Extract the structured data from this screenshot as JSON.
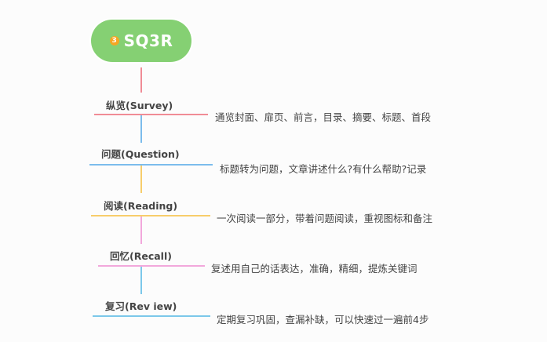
{
  "root": {
    "title": "SQ3R",
    "badge": "3",
    "color": "#85d073",
    "badge_color": "#f5a623"
  },
  "steps": [
    {
      "label": "纵览(Survey)",
      "description": "通览封面、扉页、前言，目录、摘要、标题、首段",
      "color": "#f08c96"
    },
    {
      "label": "问题(Question)",
      "description": "标题转为问题，文章讲述什么?有什么帮助?记录",
      "color": "#7cbcec"
    },
    {
      "label": "阅读(Reading)",
      "description": "一次阅读一部分，带着问题阅读，重视图标和备注",
      "color": "#f7cd6b"
    },
    {
      "label": "回忆(Recall)",
      "description": "复述用自己的话表达，准确，精细，提炼关键词",
      "color": "#f2a8dc"
    },
    {
      "label": "复习(Rev iew)",
      "description": "定期复习巩固，查漏补缺，可以快速过一遍前4步",
      "color": "#7cc8ea"
    }
  ]
}
